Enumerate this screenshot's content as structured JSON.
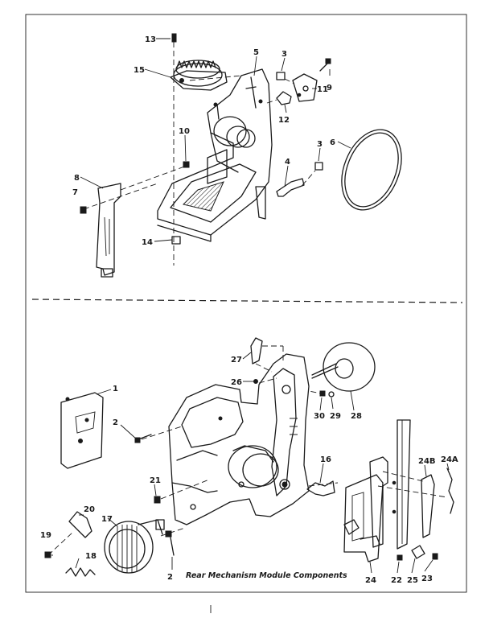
{
  "caption": "Rear Mechanism Module Components",
  "labels": {
    "l13": "13",
    "l15": "15",
    "l5": "5",
    "l3a": "3",
    "l11": "11",
    "l9": "9",
    "l12": "12",
    "l10": "10",
    "l3b": "3",
    "l6": "6",
    "l4": "4",
    "l8": "8",
    "l7": "7",
    "l14": "14",
    "l27": "27",
    "l26": "26",
    "l28": "28",
    "l29": "29",
    "l30": "30",
    "l1": "1",
    "l2a": "2",
    "l16": "16",
    "l24b": "24B",
    "l24a": "24A",
    "l21": "21",
    "l20": "20",
    "l17": "17",
    "l19": "19",
    "l18": "18",
    "l2b": "2",
    "l24": "24",
    "l22": "22",
    "l25": "25",
    "l23": "23"
  }
}
